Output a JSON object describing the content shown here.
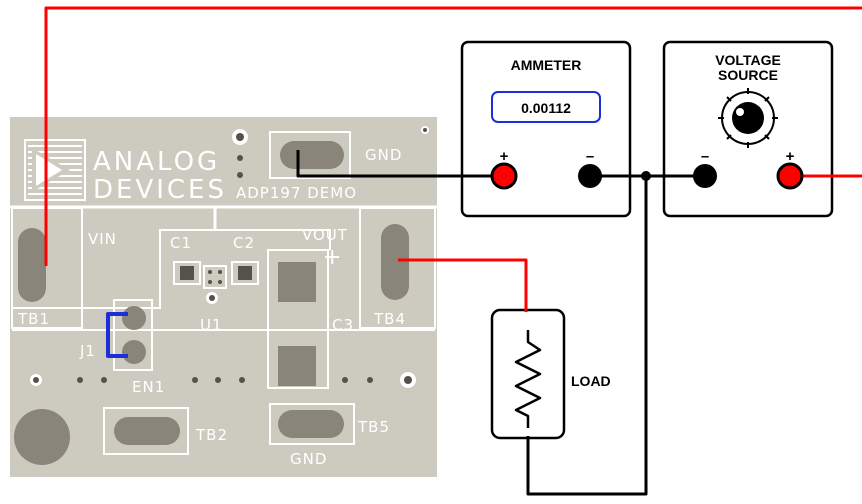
{
  "board": {
    "logo_line1": "ANALOG",
    "logo_line2": "DEVICES",
    "gnd_top": "GND",
    "demo_label": "ADP197 DEMO",
    "vin": "VIN",
    "c1": "C1",
    "c2": "C2",
    "vout": "VOUT",
    "plus": "+",
    "tb1": "TB1",
    "u1": "U1",
    "c3": "C3",
    "tb4": "TB4",
    "j1": "J1",
    "en1": "EN1",
    "tb2": "TB2",
    "tb5": "TB5",
    "gnd_bottom": "GND"
  },
  "ammeter": {
    "title": "AMMETER",
    "reading": "0.00112",
    "plus": "+",
    "minus": "–"
  },
  "source": {
    "title_line1": "VOLTAGE",
    "title_line2": "SOURCE",
    "plus": "+",
    "minus": "–"
  },
  "load": {
    "label": "LOAD"
  },
  "colors": {
    "board": "#cdcbc0",
    "wire_positive": "#ff0000",
    "wire_ground": "#000000",
    "jumper": "#1a2fd6",
    "reading_border": "#1a2fd6"
  }
}
